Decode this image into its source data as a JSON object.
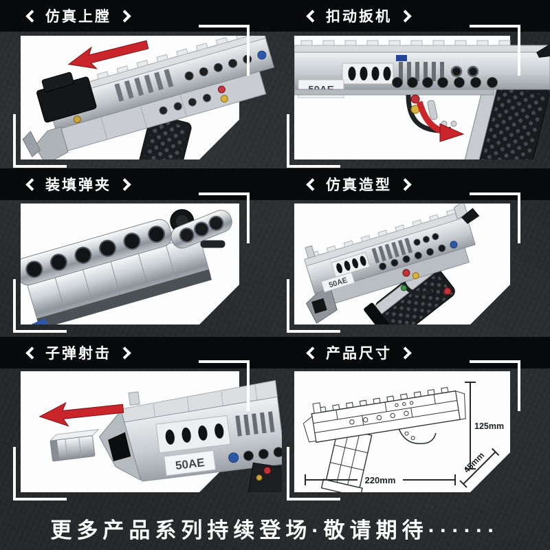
{
  "page": {
    "background_color": "#26292b",
    "label_band_color": "#08090b",
    "accent_red": "#c9252b",
    "panel_white": "#fdfdfd",
    "bracket_color": "#ffffff"
  },
  "panels": [
    {
      "id": "chambering",
      "label": "仿真上膛"
    },
    {
      "id": "trigger",
      "label": "扣动扳机"
    },
    {
      "id": "magazine",
      "label": "装填弹夹"
    },
    {
      "id": "design",
      "label": "仿真造型"
    },
    {
      "id": "shooting",
      "label": "子弹射击"
    },
    {
      "id": "dimensions",
      "label": "产品尺寸"
    }
  ],
  "product": {
    "marking": "50AE",
    "dimensions": {
      "height": "125mm",
      "length": "220mm",
      "width": "45mm"
    }
  },
  "footer": {
    "text": "更多产品系列持续登场·敬请期待······"
  }
}
